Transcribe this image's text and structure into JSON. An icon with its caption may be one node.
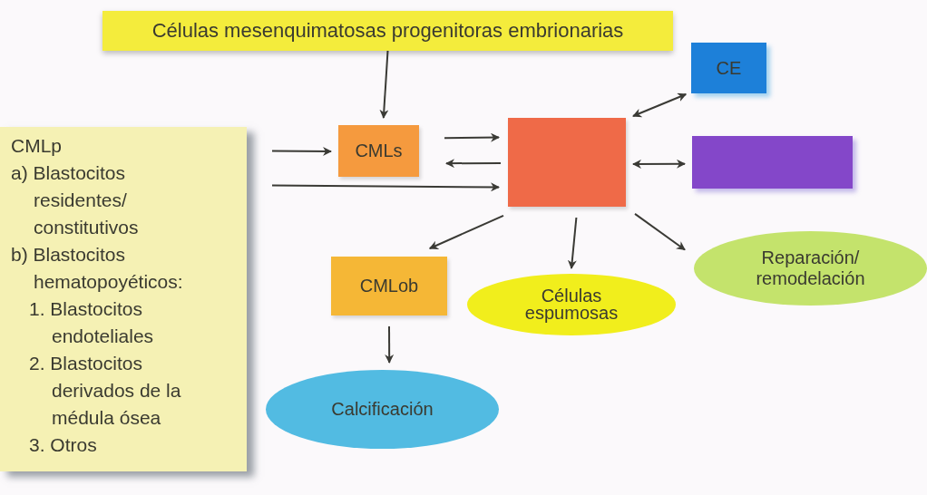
{
  "diagram": {
    "nodes": [
      {
        "text": [
          "Células mesenquimatosas progenitoras embrionarias"
        ]
      },
      {
        "text": [
          "CMLp",
          "a) Blastocitos residentes/ constitutivos",
          "b) Blastocitos hematopoyéticos:",
          "1. Blastocitos endoteliales",
          "2. Blastocitos derivados de la médula ósea",
          "3. Otros"
        ]
      },
      {
        "text": [
          "CMLs"
        ]
      },
      {
        "text": [],
        "shape": "box"
      },
      {
        "text": [
          "CE"
        ]
      },
      {
        "text": [],
        "shape": "box"
      },
      {
        "text": [
          "CMLob"
        ]
      },
      {
        "text": [
          "Células espumosas"
        ]
      },
      {
        "text": [
          "Reparación/ remodelación"
        ]
      },
      {
        "text": [
          "Calcificación"
        ]
      }
    ],
    "edges": [
      {
        "from": 0,
        "to": 2,
        "arrow": "to"
      },
      {
        "from": 1,
        "to": 2,
        "arrow": "to"
      },
      {
        "from": 2,
        "to": 3,
        "arrow": "to"
      },
      {
        "from": 3,
        "to": 2,
        "arrow": "to"
      },
      {
        "from": 1,
        "to": 3,
        "arrow": "to"
      },
      {
        "from": 3,
        "to": 4,
        "arrow": "both"
      },
      {
        "from": 3,
        "to": 5,
        "arrow": "both"
      },
      {
        "from": 3,
        "to": 6,
        "arrow": "to"
      },
      {
        "from": 3,
        "to": 7,
        "arrow": "to"
      },
      {
        "from": 3,
        "to": 8,
        "arrow": "to"
      },
      {
        "from": 6,
        "to": 9,
        "arrow": "to"
      }
    ]
  }
}
